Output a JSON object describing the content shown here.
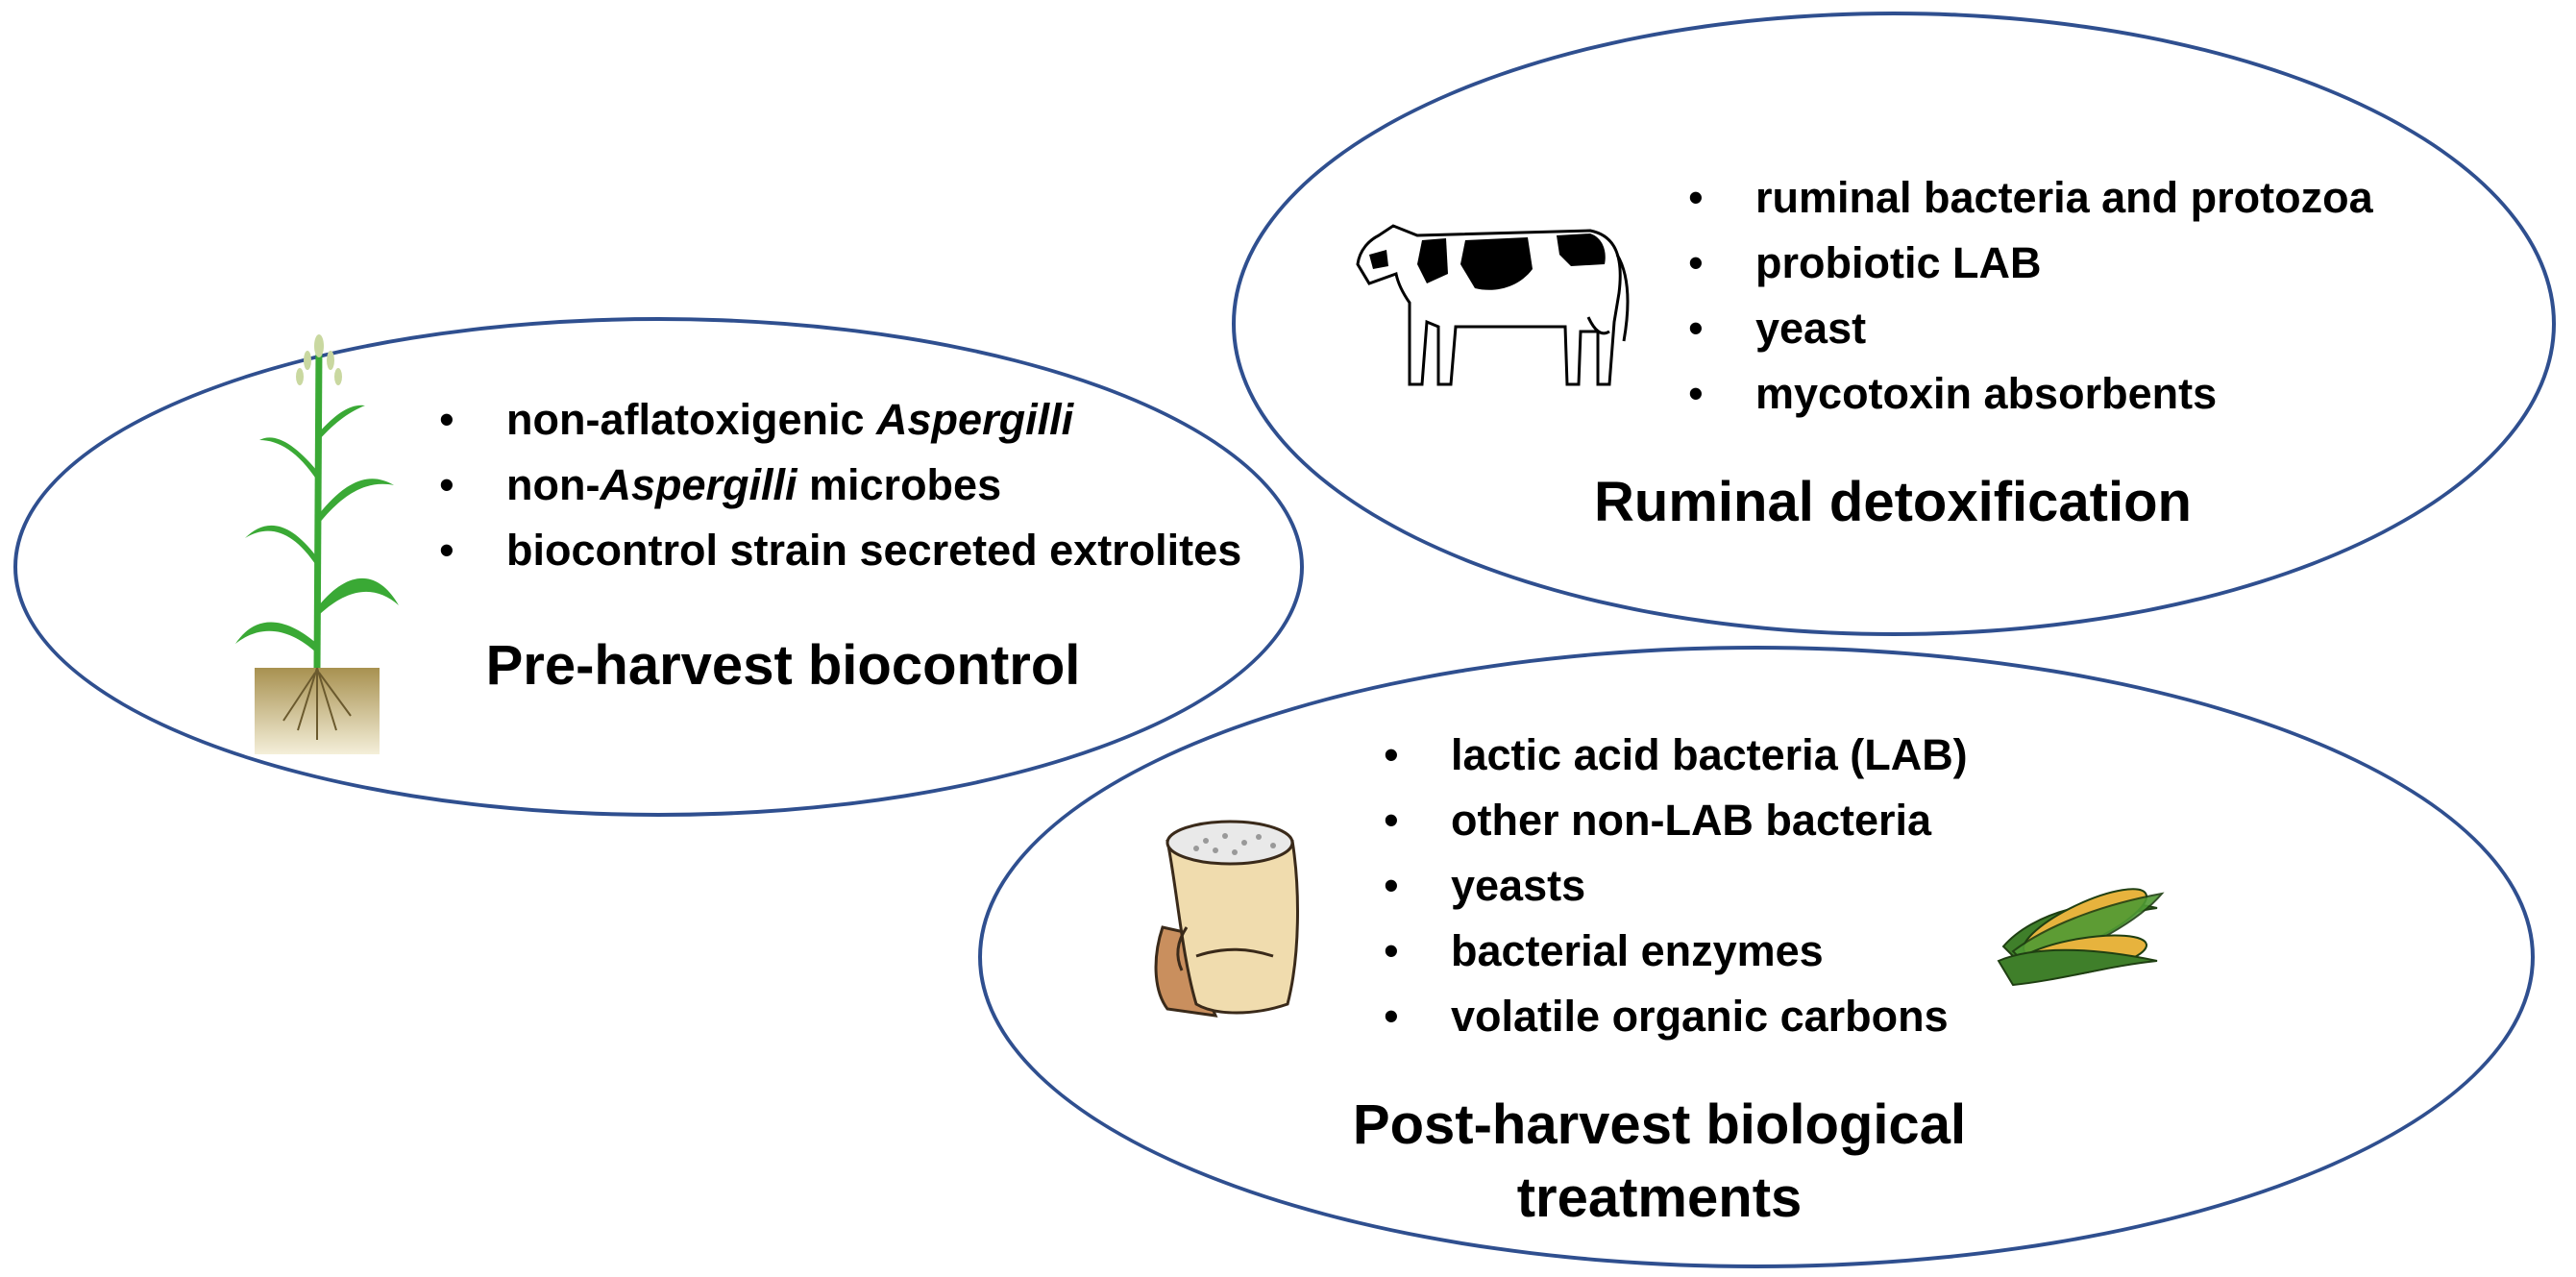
{
  "sections": {
    "pre_harvest": {
      "title": "Pre-harvest biocontrol",
      "items": [
        {
          "parts": [
            {
              "text": "non-aflatoxigenic "
            },
            {
              "text": "Aspergilli",
              "italic": true
            }
          ]
        },
        {
          "parts": [
            {
              "text": "non-"
            },
            {
              "text": "Aspergilli",
              "italic": true
            },
            {
              "text": " microbes"
            }
          ]
        },
        {
          "parts": [
            {
              "text": "biocontrol strain secreted extrolites"
            }
          ]
        }
      ],
      "illustration_icon": "plant-icon"
    },
    "ruminal": {
      "title": "Ruminal detoxification",
      "items": [
        {
          "parts": [
            {
              "text": "ruminal bacteria and protozoa"
            }
          ]
        },
        {
          "parts": [
            {
              "text": "probiotic LAB"
            }
          ]
        },
        {
          "parts": [
            {
              "text": "yeast"
            }
          ]
        },
        {
          "parts": [
            {
              "text": "mycotoxin absorbents"
            }
          ]
        }
      ],
      "illustration_icon": "cow-icon"
    },
    "post_harvest": {
      "title_line1": "Post-harvest biological",
      "title_line2": "treatments",
      "items": [
        {
          "parts": [
            {
              "text": "lactic acid bacteria (LAB)"
            }
          ]
        },
        {
          "parts": [
            {
              "text": "other non-LAB bacteria"
            }
          ]
        },
        {
          "parts": [
            {
              "text": "yeasts"
            }
          ]
        },
        {
          "parts": [
            {
              "text": "bacterial enzymes"
            }
          ]
        },
        {
          "parts": [
            {
              "text": "volatile organic carbons"
            }
          ]
        }
      ],
      "illustration_icons": [
        "grain-sack-icon",
        "corn-cob-icon"
      ]
    }
  },
  "colors": {
    "ellipse_stroke": "#2f4f8f",
    "plant_green": "#3aa935",
    "soil": "#b9a46a",
    "sack": "#d9a978",
    "corn_husk": "#3f7f2a",
    "corn_kernel": "#e7b33d"
  }
}
